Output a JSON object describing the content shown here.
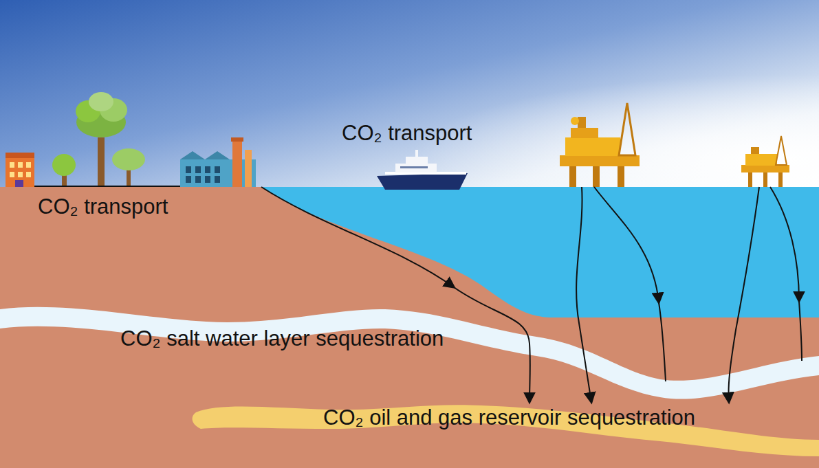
{
  "diagram": {
    "labels": [
      "CO₂ transport",
      "CO₂ transport",
      "CO₂ salt water layer sequestration",
      "CO₂ oil and gas reservoir sequestration"
    ]
  }
}
